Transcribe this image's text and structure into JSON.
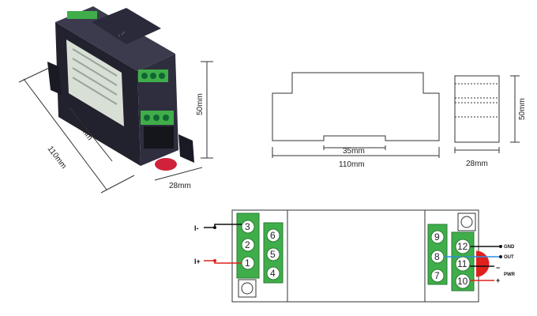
{
  "photo": {
    "dim_length": "110mm",
    "dim_width": "35mm",
    "dim_height": "50mm",
    "dim_depth": "28mm"
  },
  "front_view": {
    "dim_rail": "35mm",
    "dim_length": "110mm"
  },
  "side_view": {
    "dim_height": "50mm",
    "dim_depth": "28mm"
  },
  "wiring": {
    "left_outer_terminals": [
      "3",
      "2",
      "1"
    ],
    "left_inner_terminals": [
      "6",
      "5",
      "4"
    ],
    "right_inner_terminals": [
      "9",
      "8",
      "7"
    ],
    "right_outer_terminals": [
      "12",
      "11",
      "10"
    ],
    "input_minus": "I-",
    "input_plus": "I+",
    "label_gnd": "GND",
    "label_out": "OUT",
    "label_pwr": "PWR",
    "pwr_minus": "−",
    "pwr_plus": "+"
  },
  "colors": {
    "terminal_green": "#3fae4a",
    "wire_red": "#e0201c",
    "wire_blue": "#2a8ee0",
    "wire_black": "#111111",
    "module_body": "#2b2b3a"
  }
}
